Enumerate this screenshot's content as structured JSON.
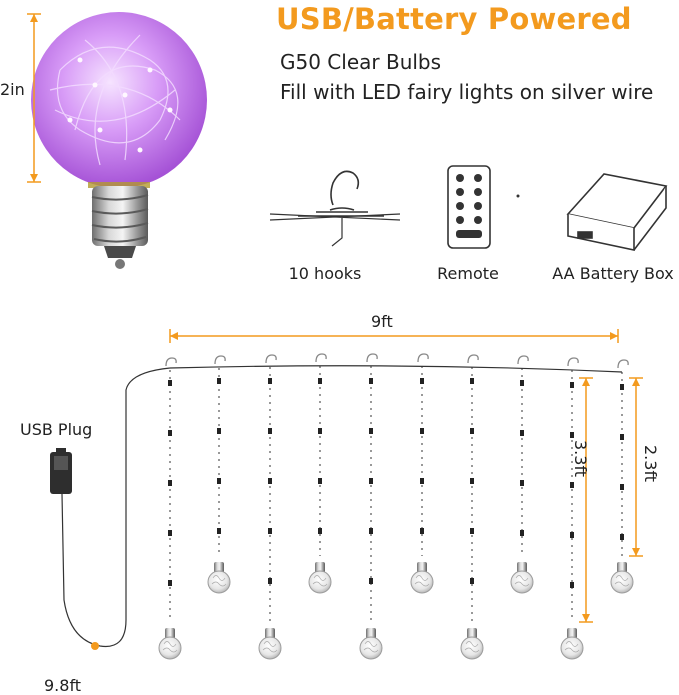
{
  "header": {
    "title": "USB/Battery Powered",
    "line1": "G50 Clear Bulbs",
    "line2": "Fill with LED fairy lights on silver wire"
  },
  "accessories": {
    "hooks_label": "10 hooks",
    "remote_label": "Remote",
    "battery_label": "AA Battery Box"
  },
  "dimensions": {
    "bulb_height": "2in",
    "curtain_width": "9ft",
    "usb_label": "USB Plug",
    "lead_length": "9.8ft",
    "long_drop": "3.3ft",
    "short_drop": "2.3ft"
  },
  "colors": {
    "accent": "#f39a1e",
    "bulb_glow": "#d48ef5",
    "wire": "#333333"
  },
  "icons": [
    "bulb-image",
    "hanger-hook-icon",
    "remote-control-icon",
    "battery-box-icon",
    "usb-plug-icon"
  ]
}
